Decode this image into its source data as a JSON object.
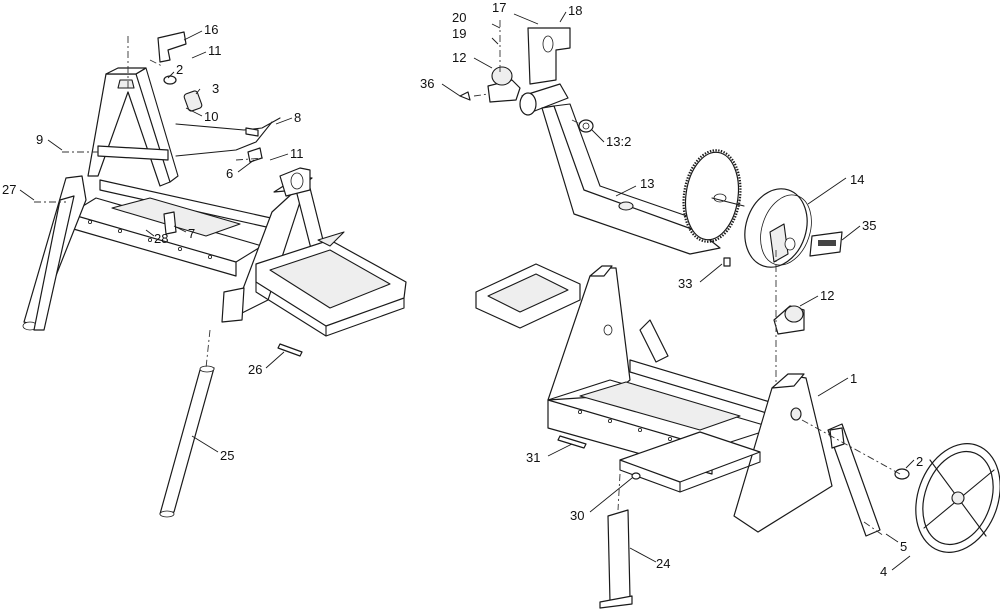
{
  "diagram": {
    "callouts": [
      {
        "id": "c16",
        "text": "16"
      },
      {
        "id": "c11a",
        "text": "11"
      },
      {
        "id": "c2a",
        "text": "2"
      },
      {
        "id": "c3",
        "text": "3"
      },
      {
        "id": "c10",
        "text": "10"
      },
      {
        "id": "c8",
        "text": "8"
      },
      {
        "id": "c9",
        "text": "9"
      },
      {
        "id": "c11b",
        "text": "11"
      },
      {
        "id": "c6",
        "text": "6"
      },
      {
        "id": "c27",
        "text": "27"
      },
      {
        "id": "c28",
        "text": "28"
      },
      {
        "id": "c7",
        "text": "7"
      },
      {
        "id": "c26",
        "text": "26"
      },
      {
        "id": "c25",
        "text": "25"
      },
      {
        "id": "c17",
        "text": "17"
      },
      {
        "id": "c20",
        "text": "20"
      },
      {
        "id": "c18",
        "text": "18"
      },
      {
        "id": "c19",
        "text": "19"
      },
      {
        "id": "c12a",
        "text": "12"
      },
      {
        "id": "c36",
        "text": "36"
      },
      {
        "id": "c13_2",
        "text": "13:2"
      },
      {
        "id": "c13",
        "text": "13"
      },
      {
        "id": "c14",
        "text": "14"
      },
      {
        "id": "c35",
        "text": "35"
      },
      {
        "id": "c33",
        "text": "33"
      },
      {
        "id": "c12b",
        "text": "12"
      },
      {
        "id": "c1",
        "text": "1"
      },
      {
        "id": "c31",
        "text": "31"
      },
      {
        "id": "c2b",
        "text": "2"
      },
      {
        "id": "c30",
        "text": "30"
      },
      {
        "id": "c5",
        "text": "5"
      },
      {
        "id": "c4",
        "text": "4"
      },
      {
        "id": "c24",
        "text": "24"
      }
    ]
  },
  "colors": {
    "line": "#1a1a1a",
    "background": "#ffffff",
    "shade": "#eeeeee"
  }
}
